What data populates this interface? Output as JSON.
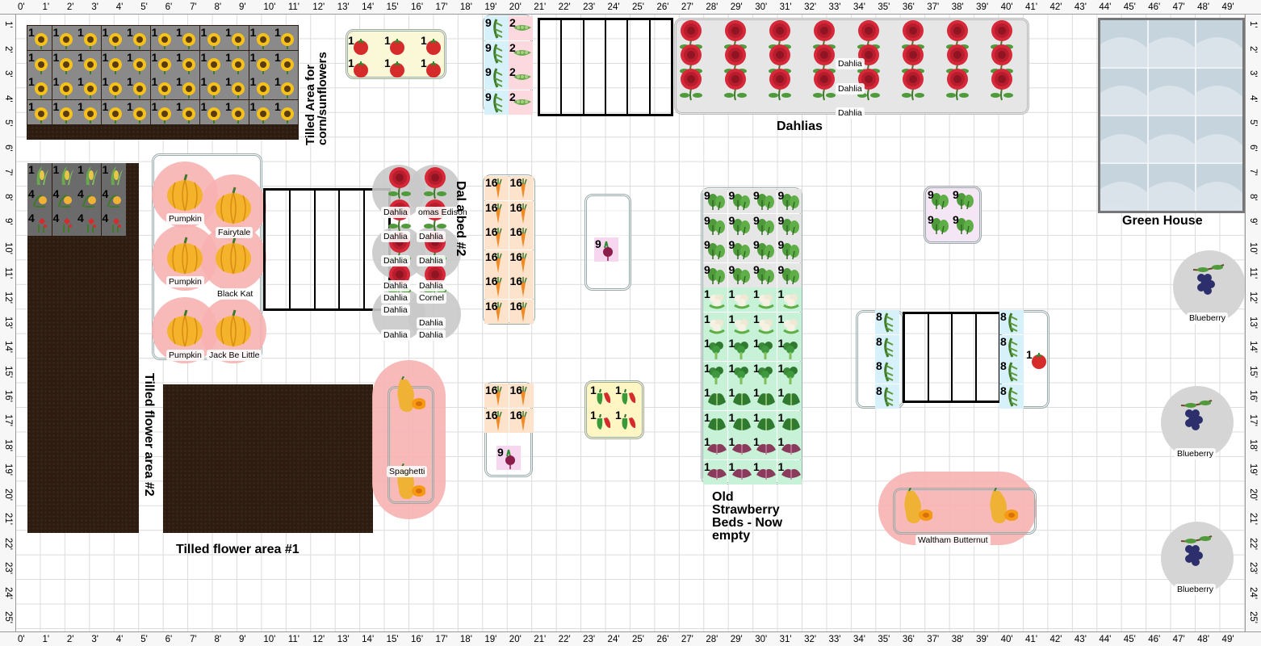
{
  "ruler": {
    "x_labels": [
      "0'",
      "1'",
      "2'",
      "3'",
      "4'",
      "5'",
      "6'",
      "7'",
      "8'",
      "9'",
      "10'",
      "11'",
      "12'",
      "13'",
      "14'",
      "15'",
      "16'",
      "17'",
      "18'",
      "19'",
      "20'",
      "21'",
      "22'",
      "23'",
      "24'",
      "25'",
      "26'",
      "27'",
      "28'",
      "29'",
      "30'",
      "31'",
      "32'",
      "33'",
      "34'",
      "35'",
      "36'",
      "37'",
      "38'",
      "39'",
      "40'",
      "41'",
      "42'",
      "43'",
      "44'",
      "45'",
      "46'",
      "47'",
      "48'",
      "49'"
    ],
    "y_labels": [
      "1'",
      "2'",
      "3'",
      "4'",
      "5'",
      "6'",
      "7'",
      "8'",
      "9'",
      "10'",
      "11'",
      "12'",
      "13'",
      "14'",
      "15'",
      "16'",
      "17'",
      "18'",
      "19'",
      "20'",
      "21'",
      "22'",
      "23'",
      "24'",
      "25'"
    ]
  },
  "areas": {
    "corn_sunflowers": "Tilled Area for corn/sunflowers",
    "dahlias": "Dahlias",
    "green_house": "Green House",
    "dahlia_bed_2": "Dal a bed #2",
    "flower_area_2": "Tilled flower area #2",
    "flower_area_1": "Tilled flower area #1",
    "strawberry_line1": "Old",
    "strawberry_line2": "Strawberry",
    "strawberry_line3": "Beds - Now",
    "strawberry_line4": "empty"
  },
  "labels": {
    "pumpkin1": "Pumpkin",
    "fairytale": "Fairytale",
    "pumpkin2": "Pumpkin",
    "black_kat": "Black Kat",
    "pumpkin3": "Pumpkin",
    "jack_be_little": "Jack Be Little",
    "spaghetti": "Spaghetti",
    "waltham": "Waltham Butternut",
    "blueberry1": "Blueberry",
    "blueberry2": "Blueberry",
    "blueberry3": "Blueberry",
    "dahlia_top1": "Dahlia",
    "dahlia_top2": "Dahlia",
    "dahlia_top3": "Dahlia",
    "db2_1": "Dahlia",
    "db2_2": "omas Edison",
    "db2_3": "Dahlia",
    "db2_4": "Dahlia",
    "db2_5": "Dahlia",
    "db2_6": "Dahlia",
    "db2_7": "Dahlia",
    "db2_8": "Dahlia",
    "db2_9": "Dahlia",
    "db2_10": "Cornel",
    "db2_11": "Dahlia",
    "db2_12": "Dahlia",
    "db2_13": "Dahlia",
    "db2_14": "Dahlia"
  },
  "counts": {
    "sunflower": "1",
    "corn_row": "1",
    "squash_row": "4",
    "strawberry_row": "4",
    "tomato": "1",
    "peas_bean": "9",
    "peas_pod": "2",
    "carrot": "16",
    "beet": "9",
    "pepper": "1",
    "spinach": "9",
    "cauliflower": "1",
    "bean": "8"
  },
  "icons": {
    "sunflower": "sunflower-icon",
    "corn": "corn-icon",
    "pumpkin": "pumpkin-icon",
    "dahlia": "dahlia-icon",
    "tomato": "tomato-icon",
    "carrot": "carrot-icon",
    "beet": "beet-icon",
    "pepper": "pepper-icon",
    "spinach": "spinach-icon",
    "cauliflower": "cauliflower-icon",
    "broccoli": "broccoli-icon",
    "kale": "kale-icon",
    "red_cabbage": "red-cabbage-icon",
    "butternut": "butternut-squash-icon",
    "blueberry": "blueberry-icon",
    "bean": "bean-icon",
    "pea": "pea-pod-icon",
    "trellis": "trellis-icon",
    "greenhouse": "greenhouse-icon"
  },
  "colors": {
    "soil": "#2d1c12",
    "pumpkin_halo": "#f7b1b1",
    "dahlia_halo": "#c9c9c9",
    "blueberry_halo": "#d5d5d5",
    "carrot_bg": "#fde3cc",
    "beet_bg": "#f7d7f0",
    "pepper_bg": "#fff6c4",
    "spinach_bg": "#e6e6e6",
    "strawberry_bed_bg": "#c8f2d8",
    "bean_bg": "#d7f1fa",
    "greenhouse": "#b8c9d6"
  }
}
